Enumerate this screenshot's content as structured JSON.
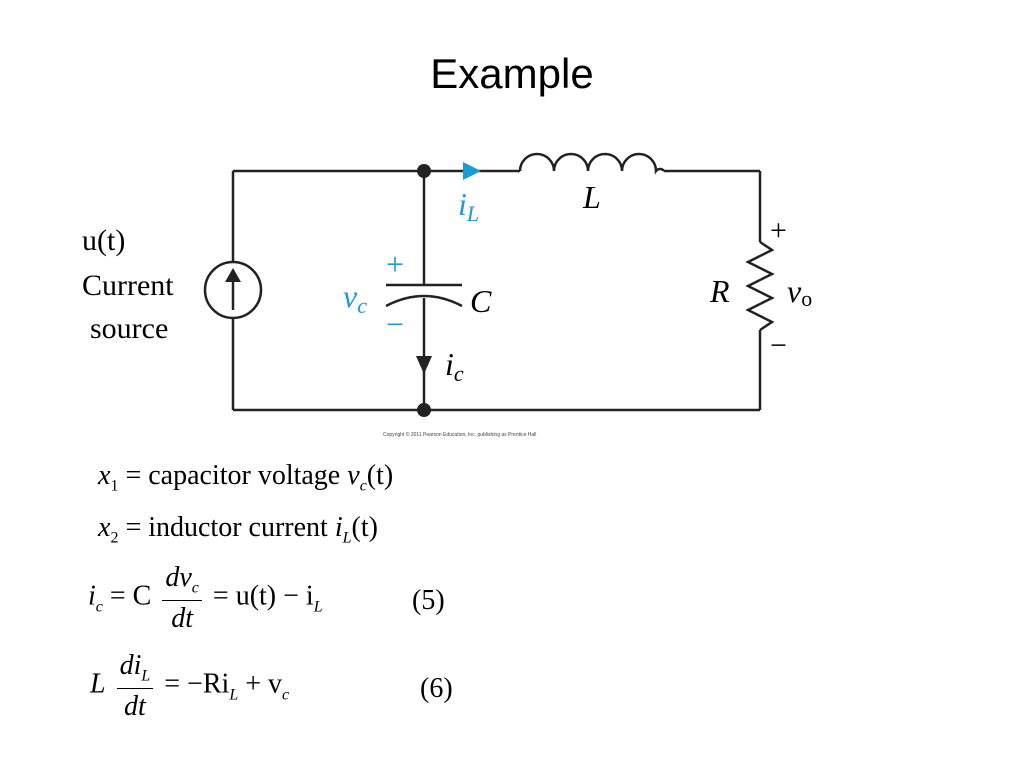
{
  "slide": {
    "title": "Example"
  },
  "diagram": {
    "source_label_1": "u(t)",
    "source_label_2": "Current",
    "source_label_3": "source",
    "inductor_current_label": "i",
    "inductor_current_sub": "L",
    "inductor_label": "L",
    "cap_plus": "+",
    "cap_minus": "−",
    "cap_voltage_label": "v",
    "cap_voltage_sub": "c",
    "capacitor_label": "C",
    "cap_current_label": "i",
    "cap_current_sub": "c",
    "resistor_label": "R",
    "out_plus": "+",
    "out_minus": "−",
    "out_voltage_label": "v",
    "out_voltage_sub": "o",
    "copyright": "Copyright © 2011 Pearson Education, Inc. publishing as Prentice Hall",
    "accent_color": "#1a9ad6"
  },
  "equations": {
    "x1_var": "x",
    "x1_sub": "1",
    "x1_text": " = capacitor voltage ",
    "x1_v": "v",
    "x1_vsub": "c",
    "x1_arg": "(t)",
    "x2_var": "x",
    "x2_sub": "2",
    "x2_text": " = inductor current ",
    "x2_i": "i",
    "x2_isub": "L",
    "x2_arg": "(t)",
    "eq5_lhs_i": "i",
    "eq5_lhs_sub": "c",
    "eq5_eqC": " = C",
    "eq5_num": "dv",
    "eq5_num_sub": "c",
    "eq5_den": "dt",
    "eq5_rhs": "= u(t) − i",
    "eq5_rhs_sub": "L",
    "eq5_number": "(5)",
    "eq6_L": "L",
    "eq6_num": "di",
    "eq6_num_sub": "L",
    "eq6_den": "dt",
    "eq6_rhs": "= −Ri",
    "eq6_rhs_sub": "L",
    "eq6_rhs2": " + v",
    "eq6_rhs2_sub": "c",
    "eq6_number": "(6)"
  }
}
